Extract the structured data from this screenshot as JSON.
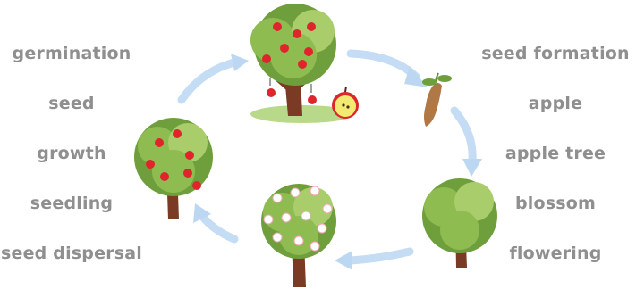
{
  "left_terms": [
    "germination",
    "seed",
    "growth",
    "seedling",
    "seed dispersal"
  ],
  "right_terms": [
    "seed formation",
    "apple",
    "apple tree",
    "blossom",
    "flowering"
  ],
  "colors": {
    "label_text": "#8f8f8f",
    "arrow": "#c4dcf4",
    "leaf_dark": "#6f9f3c",
    "leaf_light": "#a9cd6a",
    "trunk": "#7a3a24",
    "apple_red": "#e0242c",
    "blossom": "#ffffff",
    "blossom_pink": "#f0a7b8",
    "grass": "#b8d98a"
  },
  "icons": [
    "apple-tree-with-fruit",
    "seedling",
    "young-tree",
    "flowering-tree",
    "fruiting-tree",
    "cut-apple"
  ]
}
